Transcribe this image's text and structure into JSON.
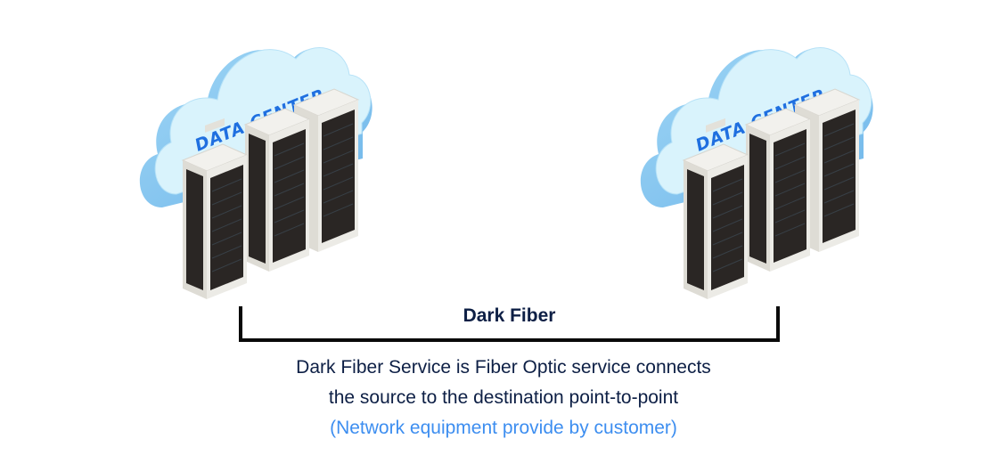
{
  "diagram": {
    "left_node": {
      "label": "DATA CENTER",
      "icon": "cloud-server-rack-icon"
    },
    "right_node": {
      "label": "DATA CENTER",
      "icon": "cloud-server-rack-icon"
    },
    "connection": {
      "label": "Dark Fiber",
      "icon": "bracket-connector"
    },
    "description": {
      "line1": "Dark Fiber Service is Fiber Optic service connects",
      "line2": "the source to the destination point-to-point",
      "note": "(Network equipment provide by customer)"
    }
  },
  "colors": {
    "title_text": "#0d1f45",
    "note_text": "#3d8ef0",
    "cloud_light": "#d9f3fc",
    "cloud_dark": "#8cc8f0",
    "cloud_label": "#1f6fe0",
    "rack_frame": "#ecebe6",
    "rack_panel": "#2a2624",
    "bracket": "#0a0a0a"
  }
}
